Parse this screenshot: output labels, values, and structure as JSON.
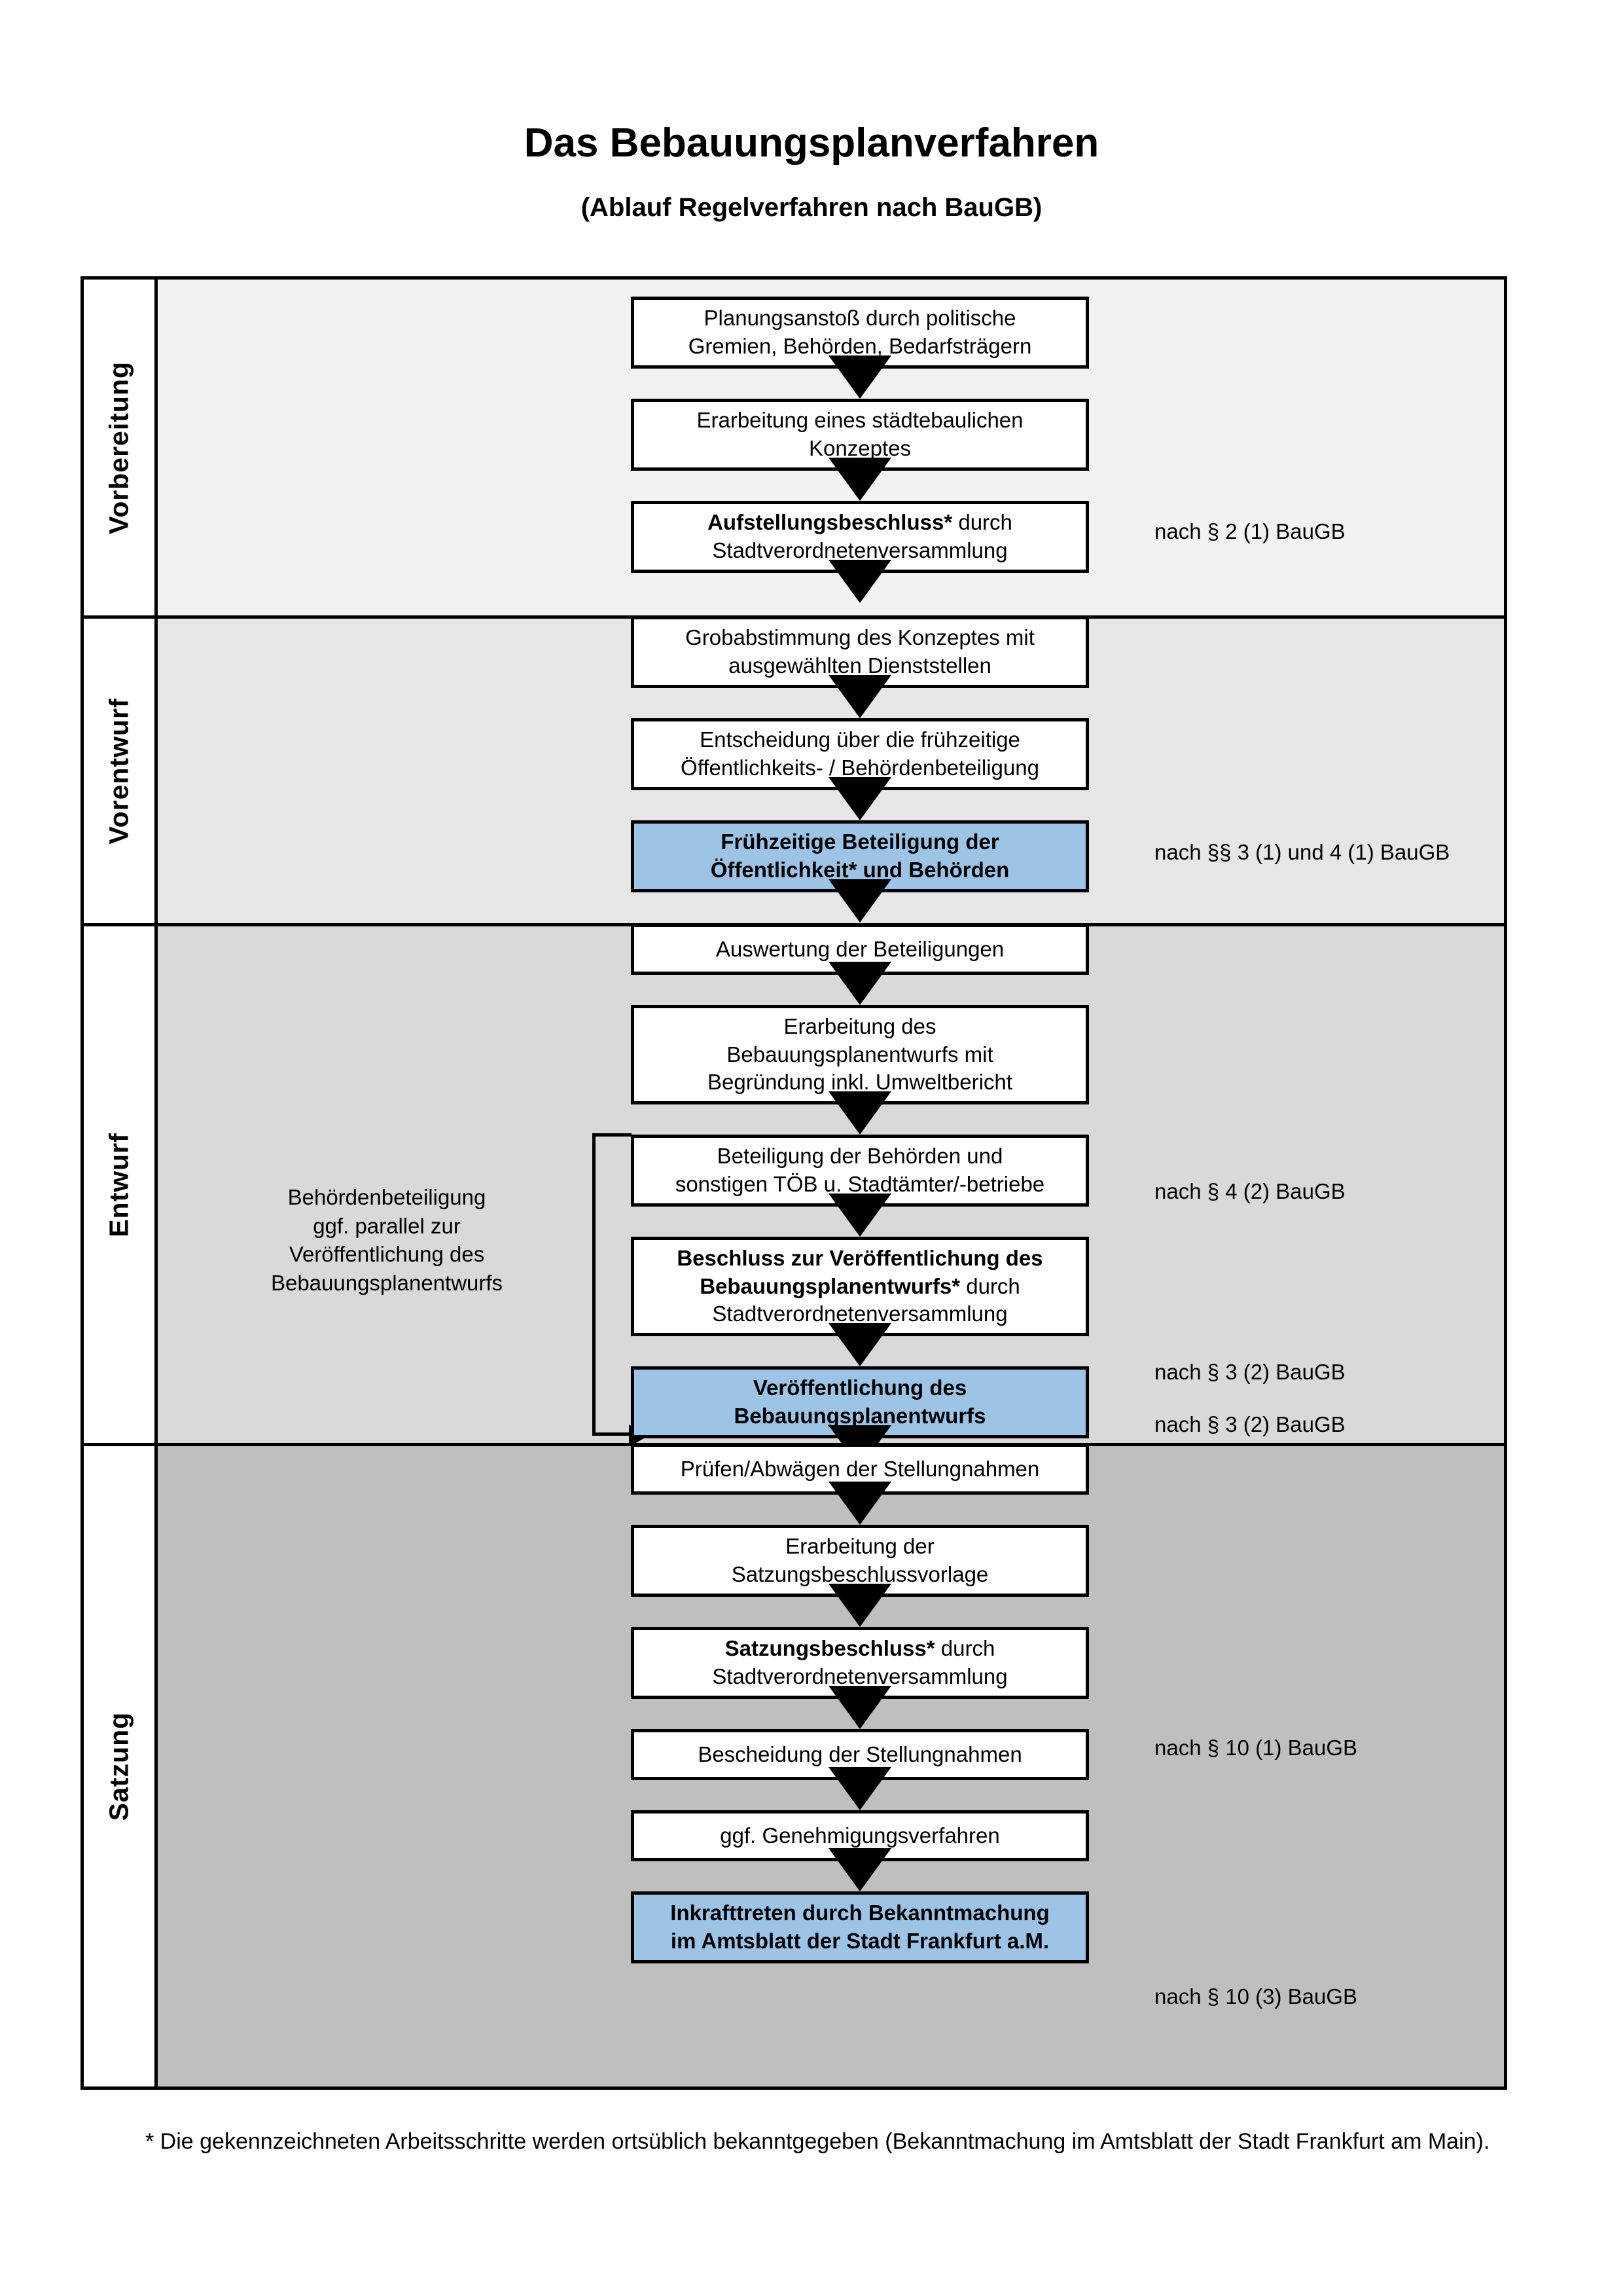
{
  "header": {
    "title": "Das Bebauungsplanverfahren",
    "subtitle": "(Ablauf Regelverfahren nach BauGB)"
  },
  "colors": {
    "highlight_box": "#9DC3E6",
    "band_vorbereitung": "#F2F2F2",
    "band_vorentwurf": "#E6E6E6",
    "band_entwurf": "#D9D9D9",
    "band_satzung": "#BFBFBF",
    "border": "#000000"
  },
  "phases": [
    {
      "id": "vorbereitung",
      "label": "Vorbereitung",
      "steps": [
        {
          "id": "planungsanstoss",
          "lines": [
            "Planungsanstoß durch politische",
            "Gremien, Behörden, Bedarfsträgern"
          ],
          "bold_prefix": "",
          "highlight": false
        },
        {
          "id": "staedtebauliches-konzept",
          "lines": [
            "Erarbeitung eines städtebaulichen",
            "Konzeptes"
          ],
          "bold_prefix": "",
          "highlight": false
        },
        {
          "id": "aufstellungsbeschluss",
          "lines": [
            "Aufstellungsbeschluss* durch",
            "Stadtverordnetenversammlung"
          ],
          "bold_prefix": "Aufstellungsbeschluss*",
          "highlight": false
        }
      ],
      "law_refs": [
        {
          "id": "law-par2-1",
          "text": "nach § 2 (1) BauGB"
        }
      ],
      "side_note": ""
    },
    {
      "id": "vorentwurf",
      "label": "Vorentwurf",
      "steps": [
        {
          "id": "grobabstimmung",
          "lines": [
            "Grobabstimmung des Konzeptes mit",
            "ausgewählten Dienststellen"
          ],
          "bold_prefix": "",
          "highlight": false
        },
        {
          "id": "entscheidung-fruehzeitige-beteiligung",
          "lines": [
            "Entscheidung über die frühzeitige",
            "Öffentlichkeits- / Behördenbeteiligung"
          ],
          "bold_prefix": "",
          "highlight": false
        },
        {
          "id": "fruehzeitige-beteiligung",
          "lines": [
            "Frühzeitige Beteiligung der",
            "Öffentlichkeit* und Behörden"
          ],
          "bold_prefix": "",
          "highlight": true
        }
      ],
      "law_refs": [
        {
          "id": "law-par3-1-4-1",
          "text": "nach §§ 3 (1) und 4 (1) BauGB"
        }
      ],
      "side_note": ""
    },
    {
      "id": "entwurf",
      "label": "Entwurf",
      "steps": [
        {
          "id": "auswertung-beteiligungen",
          "lines": [
            "Auswertung der Beteiligungen"
          ],
          "bold_prefix": "",
          "highlight": false
        },
        {
          "id": "erarbeitung-bebauungsplanentwurf",
          "lines": [
            "Erarbeitung des",
            "Bebauungsplanentwurfs mit",
            "Begründung inkl. Umweltbericht"
          ],
          "bold_prefix": "",
          "highlight": false
        },
        {
          "id": "beteiligung-behoerden-toeb",
          "lines": [
            "Beteiligung der Behörden und",
            "sonstigen TÖB u. Stadtämter/-betriebe"
          ],
          "bold_prefix": "",
          "highlight": false
        },
        {
          "id": "beschluss-veroeffentlichung",
          "lines": [
            "Beschluss zur Veröffentlichung des",
            "Bebauungsplanentwurfs* durch",
            "Stadtverordnetenversammlung"
          ],
          "bold_prefix": "Beschluss zur Veröffentlichung des Bebauungsplanentwurfs*",
          "highlight": false
        },
        {
          "id": "veroeffentlichung-entwurf",
          "lines": [
            "Veröffentlichung des",
            "Bebauungsplanentwurfs"
          ],
          "bold_prefix": "",
          "highlight": true
        }
      ],
      "law_refs": [
        {
          "id": "law-par4-2",
          "text": "nach § 4 (2) BauGB"
        },
        {
          "id": "law-par3-2-a",
          "text": "nach § 3 (2) BauGB"
        },
        {
          "id": "law-par3-2-b",
          "text": "nach § 3 (2) BauGB"
        }
      ],
      "side_note_lines": [
        "Behördenbeteiligung",
        "ggf. parallel zur",
        "Veröffentlichung des",
        "Bebauungsplanentwurfs"
      ]
    },
    {
      "id": "satzung",
      "label": "Satzung",
      "steps": [
        {
          "id": "pruefen-abwaegen",
          "lines": [
            "Prüfen/Abwägen der Stellungnahmen"
          ],
          "bold_prefix": "",
          "highlight": false
        },
        {
          "id": "erarbeitung-satzungsbeschlussvorlage",
          "lines": [
            "Erarbeitung der",
            "Satzungsbeschlussvorlage"
          ],
          "bold_prefix": "",
          "highlight": false
        },
        {
          "id": "satzungsbeschluss",
          "lines": [
            "Satzungsbeschluss* durch",
            "Stadtverordnetenversammlung"
          ],
          "bold_prefix": "Satzungsbeschluss*",
          "highlight": false
        },
        {
          "id": "bescheidung-stellungnahmen",
          "lines": [
            "Bescheidung der Stellungnahmen"
          ],
          "bold_prefix": "",
          "highlight": false
        },
        {
          "id": "genehmigungsverfahren",
          "lines": [
            "ggf. Genehmigungsverfahren"
          ],
          "bold_prefix": "",
          "highlight": false
        },
        {
          "id": "inkrafttreten",
          "lines": [
            "Inkrafttreten durch Bekanntmachung",
            "im Amtsblatt der Stadt Frankfurt a.M."
          ],
          "bold_prefix": "Inkrafttreten",
          "highlight": true
        }
      ],
      "law_refs": [
        {
          "id": "law-par10-1",
          "text": "nach § 10 (1) BauGB"
        },
        {
          "id": "law-par10-3",
          "text": "nach § 10 (3) BauGB"
        }
      ],
      "side_note": ""
    }
  ],
  "footnote": "* Die gekennzeichneten Arbeitsschritte werden ortsüblich bekanntgegeben (Bekanntmachung im Amtsblatt  der Stadt Frankfurt am Main)."
}
